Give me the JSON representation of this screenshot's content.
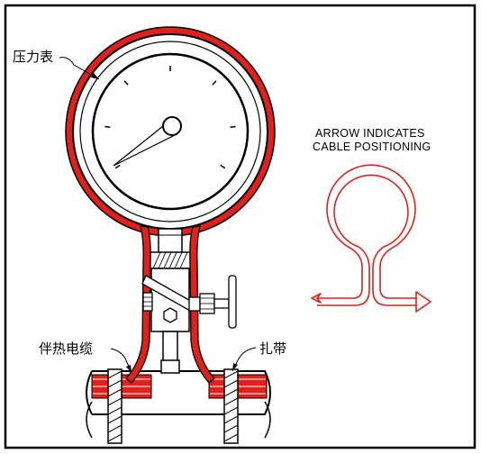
{
  "labels": {
    "pressure_gauge": "压力表",
    "heat_trace_cable": "伴热电缆",
    "cable_tie": "扎带",
    "arrow_caption_line1": "ARROW INDICATES",
    "arrow_caption_line2": "CABLE POSITIONING"
  },
  "colors": {
    "cable": "#e0201a",
    "line": "#000000",
    "background": "#ffffff"
  }
}
